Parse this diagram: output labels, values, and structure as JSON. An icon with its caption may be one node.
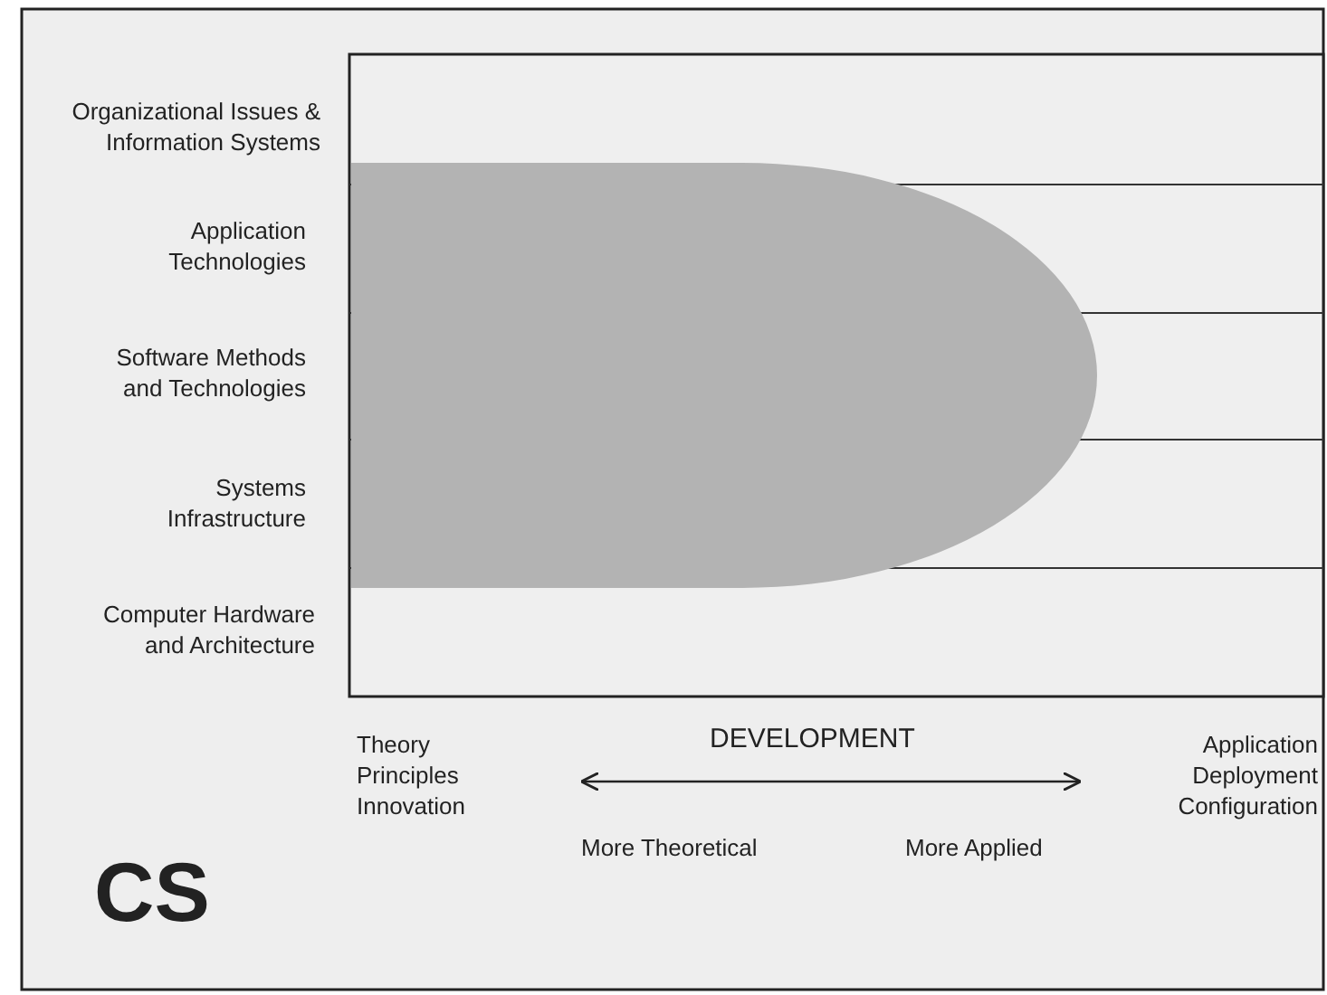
{
  "diagram": {
    "nodes": [
      {
        "text": [],
        "shape": "bar"
      }
    ],
    "labels": [
      "Organizational Issues & Information Systems",
      "Application Technologies",
      "Software Methods and Technologies",
      "Systems Infrastructure",
      "Computer Hardware and Architecture",
      "Theory Principles Innovation",
      "DEVELOPMENT",
      "Application Deployment Configuration",
      "More Theoretical",
      "More Applied",
      "CS"
    ]
  }
}
